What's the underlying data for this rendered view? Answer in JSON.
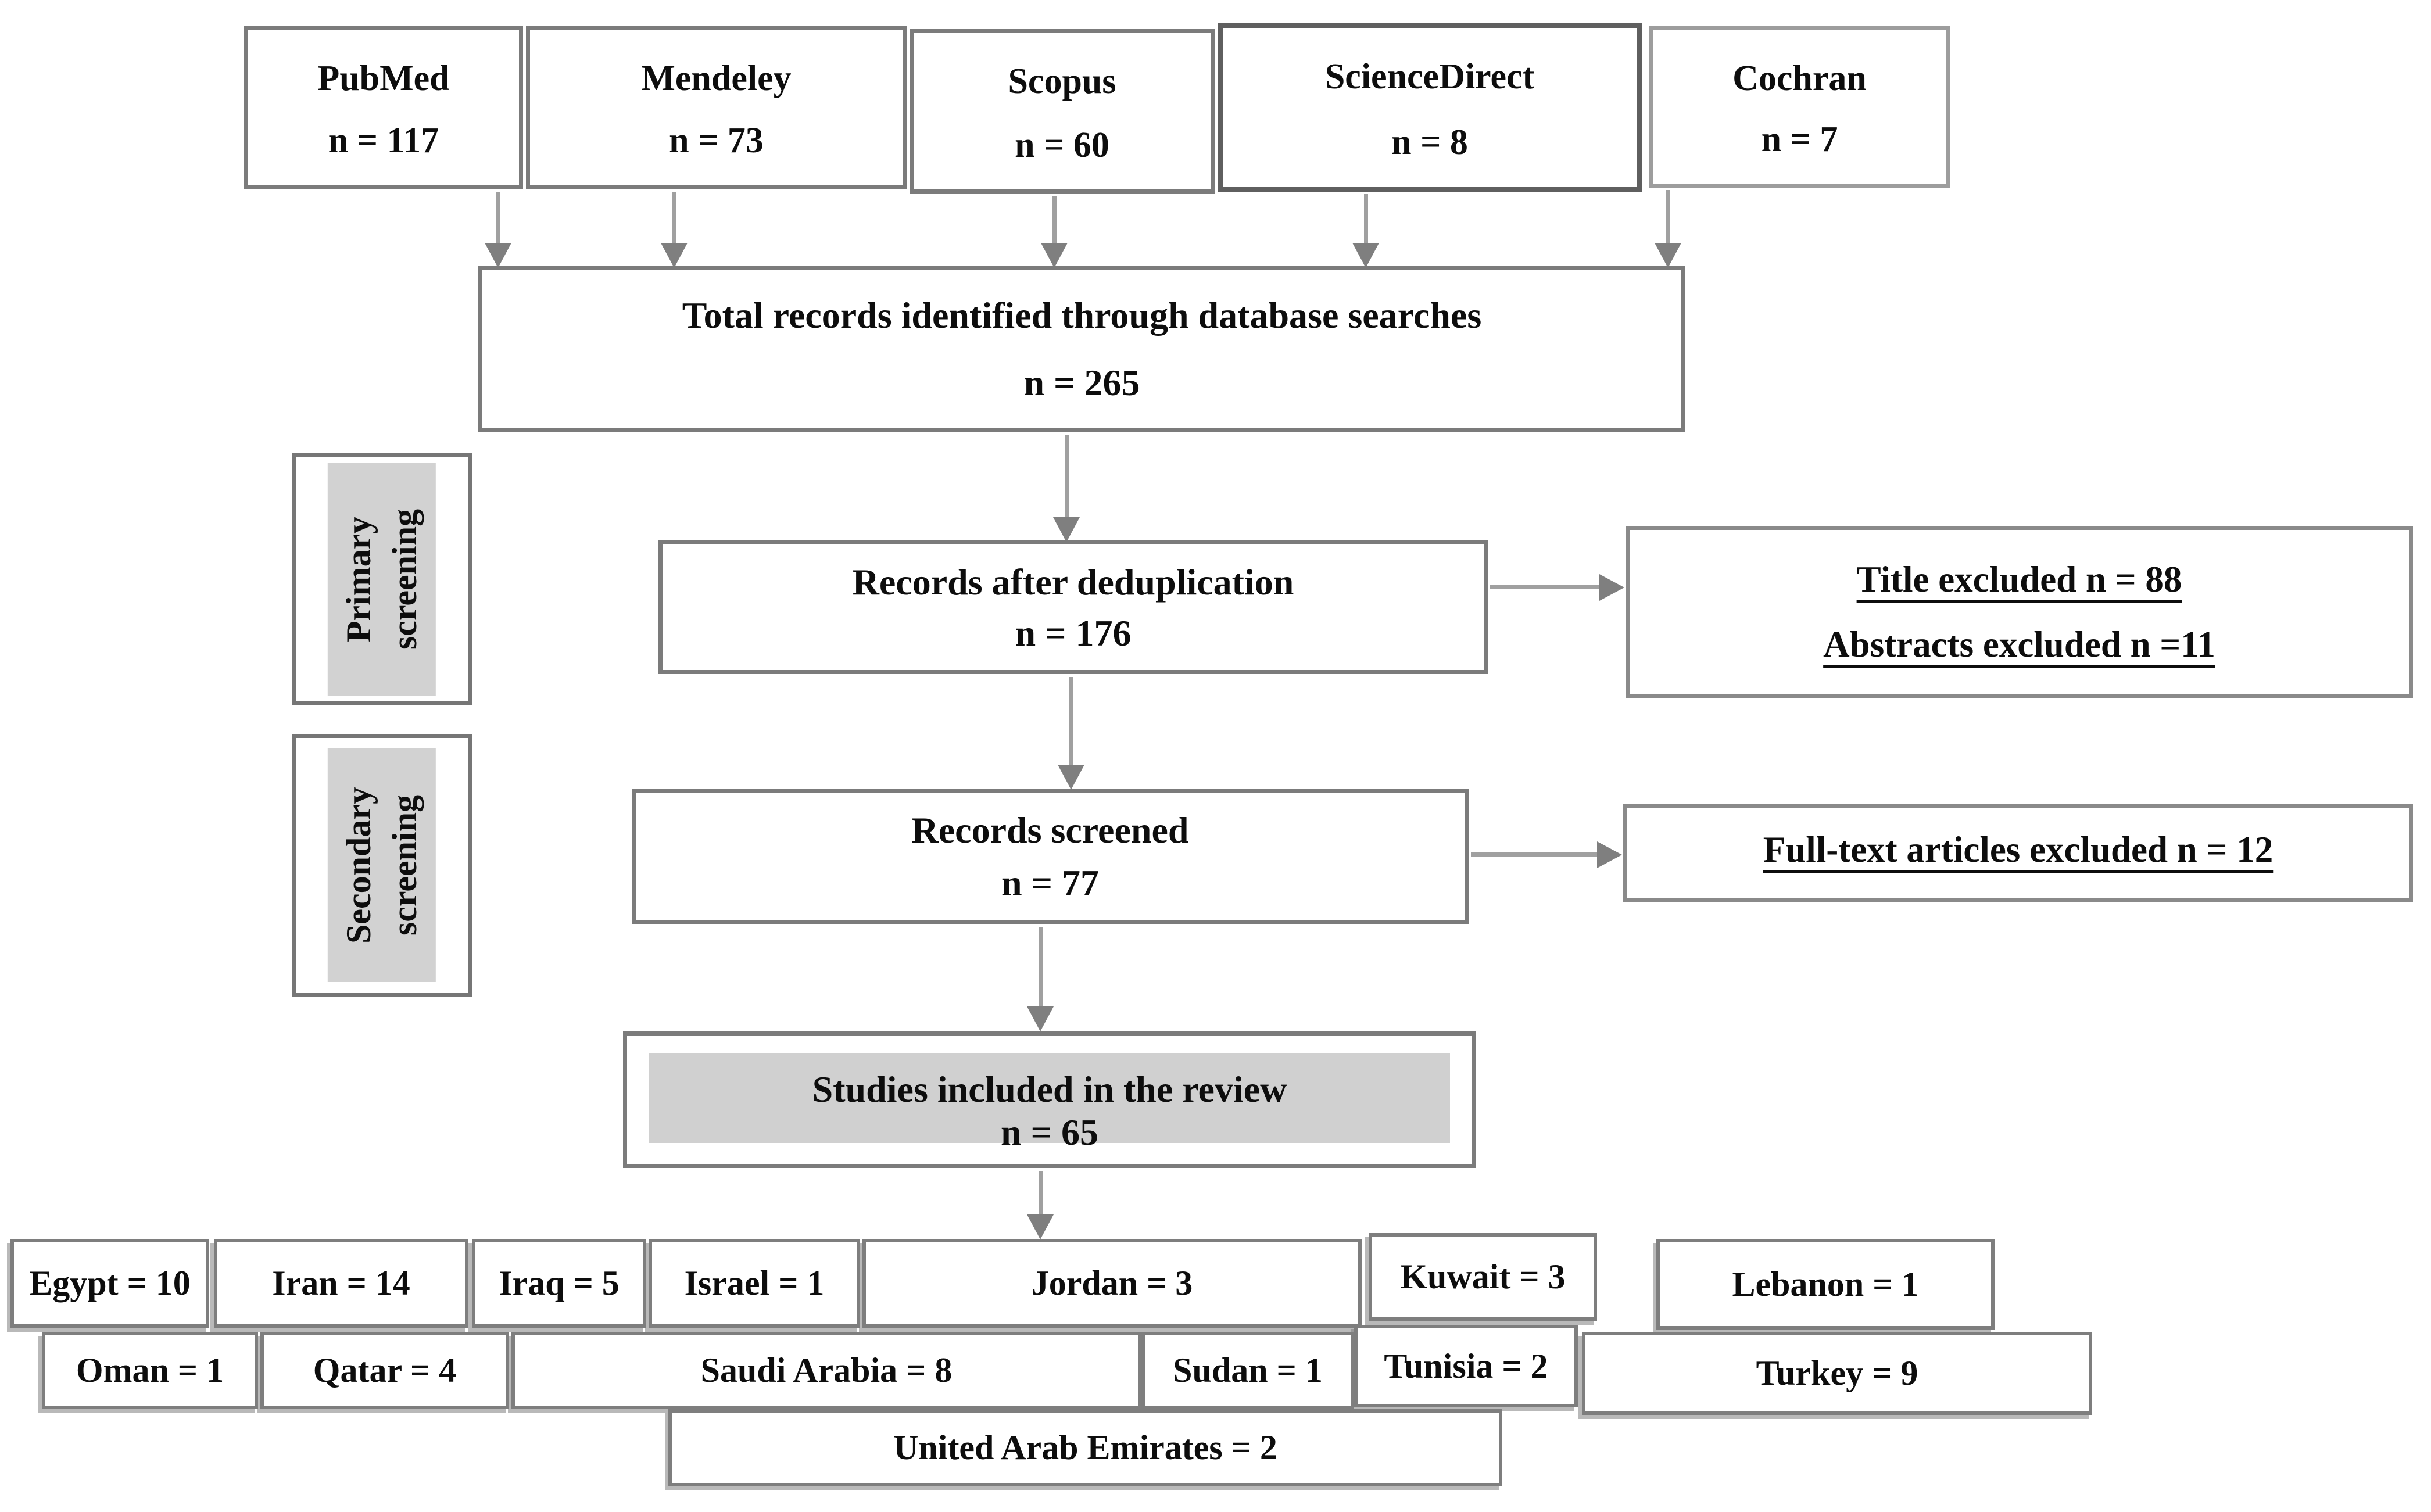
{
  "palette": {
    "border_gray": "#7b7b7b",
    "fill_gray": "#d2d2d2",
    "arrow_gray": "#7f7f7f",
    "text_color": "#0d0d0d"
  },
  "sources": [
    {
      "name": "PubMed",
      "count_label": "n = 117",
      "n": 117
    },
    {
      "name": "Mendeley",
      "count_label": "n = 73",
      "n": 73
    },
    {
      "name": "Scopus",
      "count_label": "n = 60",
      "n": 60
    },
    {
      "name": "ScienceDirect",
      "count_label": "n = 8",
      "n": 8
    },
    {
      "name": "Cochran",
      "count_label": "n = 7",
      "n": 7
    }
  ],
  "total": {
    "label": "Total records identified through database searches",
    "count_label": "n = 265",
    "n": 265
  },
  "dedup": {
    "label": "Records after deduplication",
    "count_label": "n = 176",
    "n": 176
  },
  "screened": {
    "label": "Records screened",
    "count_label": "n = 77",
    "n": 77
  },
  "included": {
    "label": "Studies included in the review",
    "count_label": "n = 65",
    "n": 65
  },
  "primary_exclusions": {
    "line1": "Title excluded n = 88",
    "line2": "Abstracts excluded n =11"
  },
  "secondary_exclusions": {
    "line1": "Full-text articles excluded n = 12"
  },
  "stages": {
    "primary": "Primary screening",
    "secondary": "Secondary screening"
  },
  "countries": {
    "row1": [
      {
        "name": "Egypt",
        "n": 10,
        "label": "Egypt = 10"
      },
      {
        "name": "Iran",
        "n": 14,
        "label": "Iran = 14"
      },
      {
        "name": "Iraq",
        "n": 5,
        "label": "Iraq = 5"
      },
      {
        "name": "Israel",
        "n": 1,
        "label": "Israel = 1"
      },
      {
        "name": "Jordan",
        "n": 3,
        "label": "Jordan = 3"
      },
      {
        "name": "Kuwait",
        "n": 3,
        "label": "Kuwait = 3"
      },
      {
        "name": "Lebanon",
        "n": 1,
        "label": "Lebanon = 1"
      }
    ],
    "row2": [
      {
        "name": "Oman",
        "n": 1,
        "label": "Oman = 1"
      },
      {
        "name": "Qatar",
        "n": 4,
        "label": "Qatar = 4"
      },
      {
        "name": "Saudi Arabia",
        "n": 8,
        "label": "Saudi Arabia = 8"
      },
      {
        "name": "Sudan",
        "n": 1,
        "label": "Sudan = 1"
      },
      {
        "name": "Tunisia",
        "n": 2,
        "label": "Tunisia = 2"
      },
      {
        "name": "Turkey",
        "n": 9,
        "label": "Turkey = 9"
      }
    ],
    "row3": [
      {
        "name": "United Arab Emirates",
        "n": 2,
        "label": "United Arab Emirates = 2"
      }
    ]
  }
}
